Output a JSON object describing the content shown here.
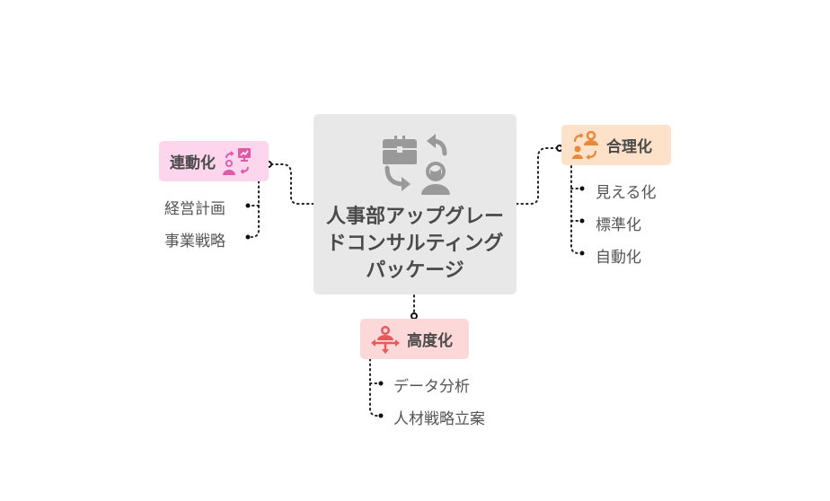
{
  "root": {
    "title": "人事部アップグレードコンサルティングパッケージ",
    "icon": "hr-exchange-icon"
  },
  "branches": {
    "left": {
      "label": "連動化",
      "icon": "presentation-exchange-icon",
      "color": "#e05aa8",
      "bg": "#fdd5ec",
      "children": [
        "経営計画",
        "事業戦略"
      ]
    },
    "right": {
      "label": "合理化",
      "icon": "people-exchange-icon",
      "color": "#e8893a",
      "bg": "#fde1c8",
      "children": [
        "見える化",
        "標準化",
        "自動化"
      ]
    },
    "bottom": {
      "label": "高度化",
      "icon": "person-expand-icon",
      "color": "#e85a5a",
      "bg": "#fdd8d8",
      "children": [
        "データ分析",
        "人材戦略立案"
      ]
    }
  }
}
